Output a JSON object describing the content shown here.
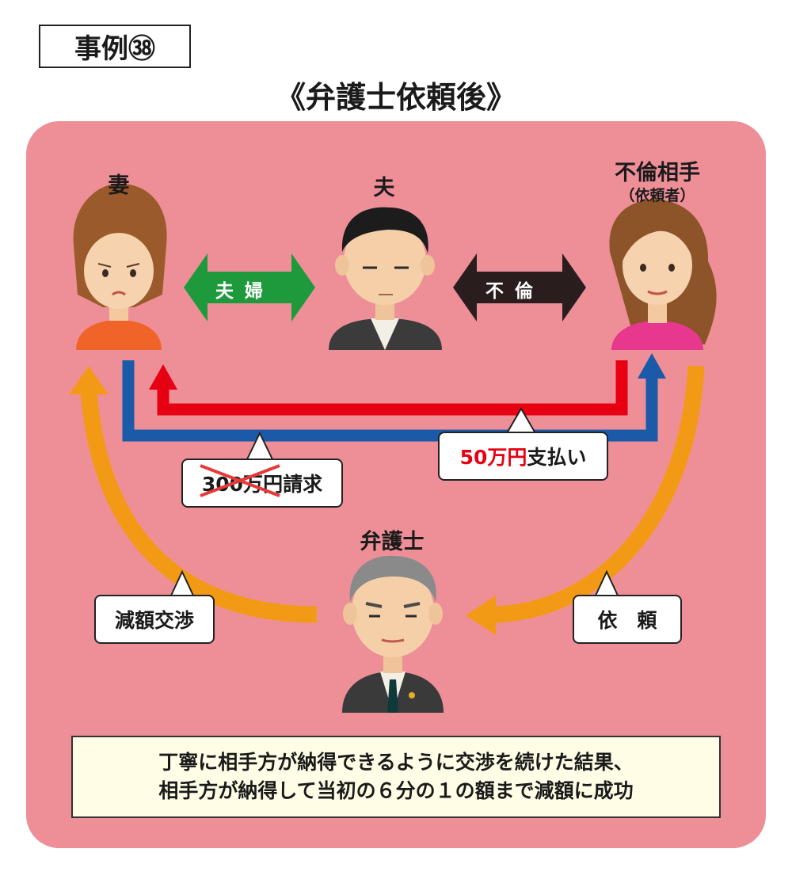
{
  "case_label": "事例㊳",
  "title": "《弁護士依頼後》",
  "people": {
    "wife": "妻",
    "husband": "夫",
    "affair_partner": "不倫相手",
    "affair_partner_sub": "（依頼者）",
    "lawyer": "弁護士"
  },
  "relations": {
    "marriage": "夫婦",
    "affair": "不倫"
  },
  "bubbles": {
    "claim_amount": "300万円",
    "claim_suffix": "請求",
    "payment_amount": "50万円",
    "payment_suffix": "支払い",
    "negotiation": "減額交渉",
    "request": "依　頼"
  },
  "summary": {
    "line1": "丁寧に相手方が納得できるように交渉を続けた結果、",
    "line2": "相手方が納得して当初の６分の１の額まで減額に成功"
  },
  "colors": {
    "panel": "#ee8f98",
    "marriage_arrow": "#1e9a3c",
    "affair_arrow": "#2a1d1d",
    "claim_line": "#1a5aa8",
    "payment_line": "#e60012",
    "lawyer_arrows": "#f29a16"
  }
}
